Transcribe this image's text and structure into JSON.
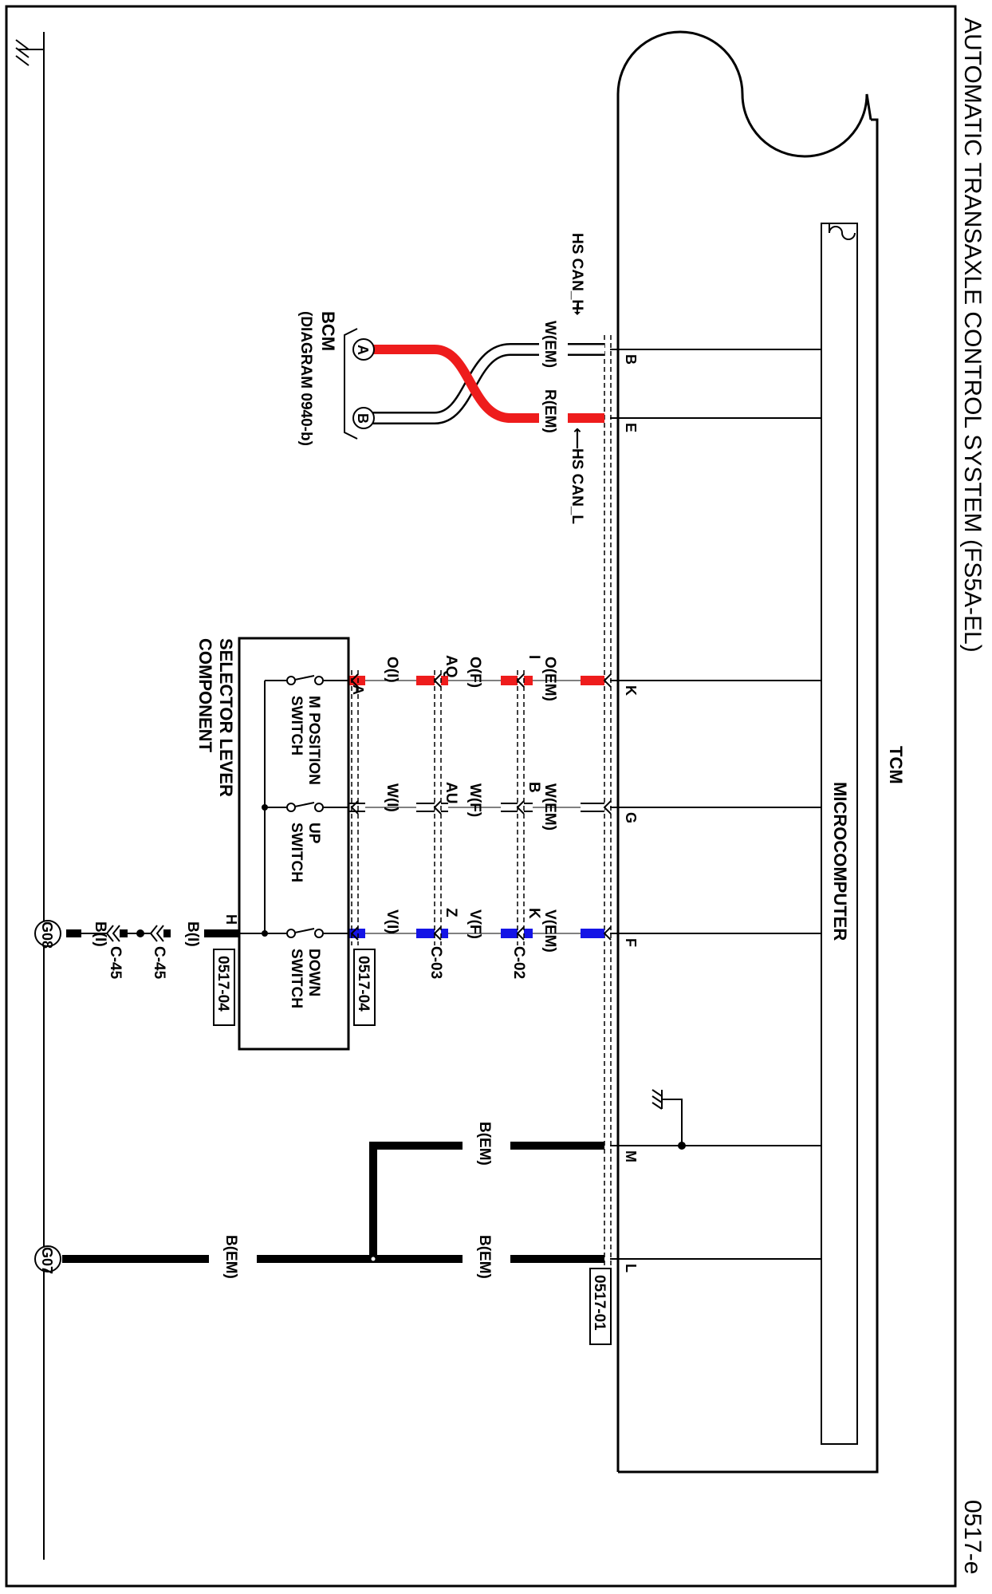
{
  "title": "AUTOMATIC TRANSAXLE CONTROL SYSTEM (FS5A-EL)",
  "page_code": "0517-e",
  "tcm": {
    "name": "TCM",
    "micro": "MICROCOMPUTER"
  },
  "bcm": {
    "name": "BCM",
    "ref": "(DIAGRAM 0940-b)",
    "pin_a": "A",
    "pin_b": "B"
  },
  "can": {
    "h_label": "HS CAN_H",
    "l_label": "HS CAN_L",
    "h_wire": "W(EM)",
    "l_wire": "R(EM)",
    "h_pin": "B",
    "l_pin": "E"
  },
  "selector": {
    "title_line1": "SELECTOR LEVER",
    "title_line2": "COMPONENT",
    "switches": [
      {
        "line1": "M POSITION",
        "line2": "SWITCH"
      },
      {
        "line1": "UP",
        "line2": "SWITCH"
      },
      {
        "line1": "DOWN",
        "line2": "SWITCH"
      }
    ],
    "pin_a": "A",
    "pin_h": "H",
    "ref_top": "0517-04",
    "ref_bottom": "0517-04"
  },
  "circuits": [
    {
      "tcm_pin": "K",
      "wire_em": "O(EM)",
      "c02_pin": "I",
      "wire_f": "O(F)",
      "c03_pin": "AQ",
      "wire_i": "O(I)",
      "color": "#ee1c1c"
    },
    {
      "tcm_pin": "G",
      "wire_em": "W(EM)",
      "c02_pin": "B",
      "wire_f": "W(F)",
      "c03_pin": "AU",
      "wire_i": "W(I)",
      "color": "#ffffff"
    },
    {
      "tcm_pin": "F",
      "wire_em": "V(EM)",
      "c02_pin": "K",
      "wire_f": "V(F)",
      "c03_pin": "Z",
      "wire_i": "V(I)",
      "color": "#1414e6"
    }
  ],
  "connectors": {
    "c02": "C-02",
    "c03": "C-03",
    "c45_a": "C-45",
    "c45_b": "C-45"
  },
  "grounds": {
    "m_pin": "M",
    "l_pin": "L",
    "m_wire": "B(EM)",
    "l_wire": "B(EM)",
    "g07_wire": "B(EM)",
    "g07": "G07",
    "g08": "G08",
    "h_wire": "B(I)",
    "g08_wire": "B(I)",
    "tcm_ref": "0517-01"
  },
  "colors": {
    "red": "#ee1c1c",
    "blue": "#1414e6",
    "black": "#000000"
  }
}
